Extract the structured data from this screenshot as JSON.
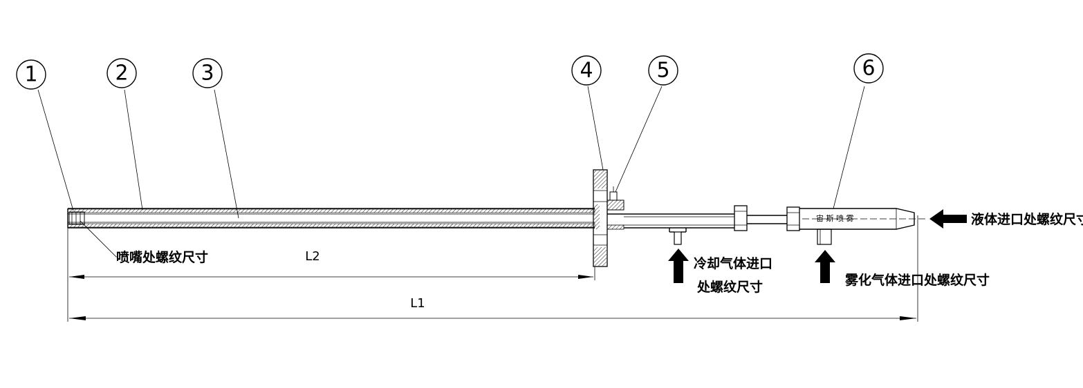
{
  "balloons": [
    "1",
    "2",
    "3",
    "4",
    "5",
    "6"
  ],
  "dimensions": {
    "l1": "L1",
    "l2": "L2"
  },
  "labels": {
    "nozzle_thread": "喷嘴处螺纹尺寸",
    "cooling_gas_line1": "冷却气体进口",
    "cooling_gas_line2": "处螺纹尺寸",
    "atomizing_gas": "雾化气体进口处螺纹尺寸",
    "liquid_inlet": "液体进口处螺纹尺寸",
    "brand_mark": "宙 斯 喷 雾"
  }
}
